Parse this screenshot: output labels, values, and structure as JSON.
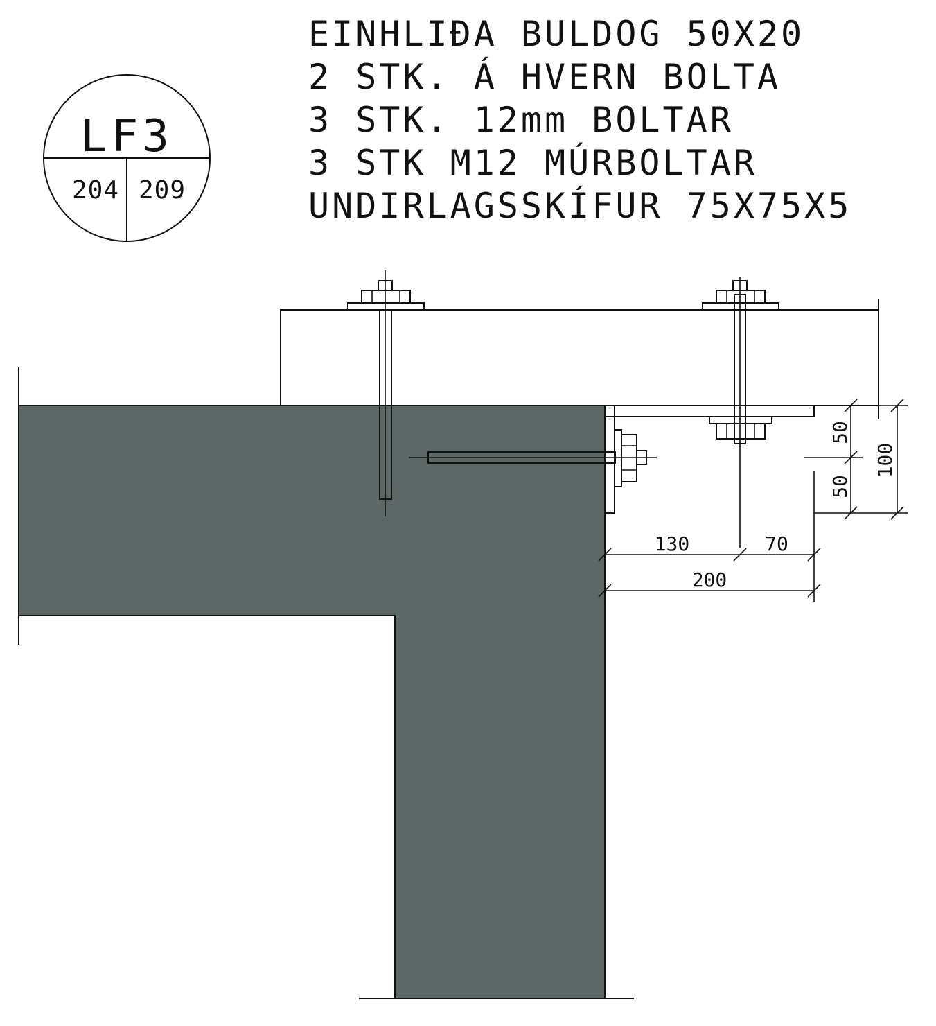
{
  "detail_label": {
    "code": "LF3",
    "ref_left": "204",
    "ref_right": "209"
  },
  "notes": [
    "EINHLIÐA BULDOG 50X20",
    "2 STK. Á HVERN BOLTA",
    "3 STK. 12mm BOLTAR",
    "3 STK M12 MÚRBOLTAR",
    "UNDIRLAGSSKÍFUR 75X75X5"
  ],
  "dimensions": {
    "horizontal_a": "130",
    "horizontal_b": "70",
    "horizontal_total": "200",
    "vertical_a": "50",
    "vertical_b": "50",
    "vertical_total": "100"
  },
  "colors": {
    "concrete": "#5d6766",
    "line": "#111111",
    "background": "#ffffff"
  }
}
